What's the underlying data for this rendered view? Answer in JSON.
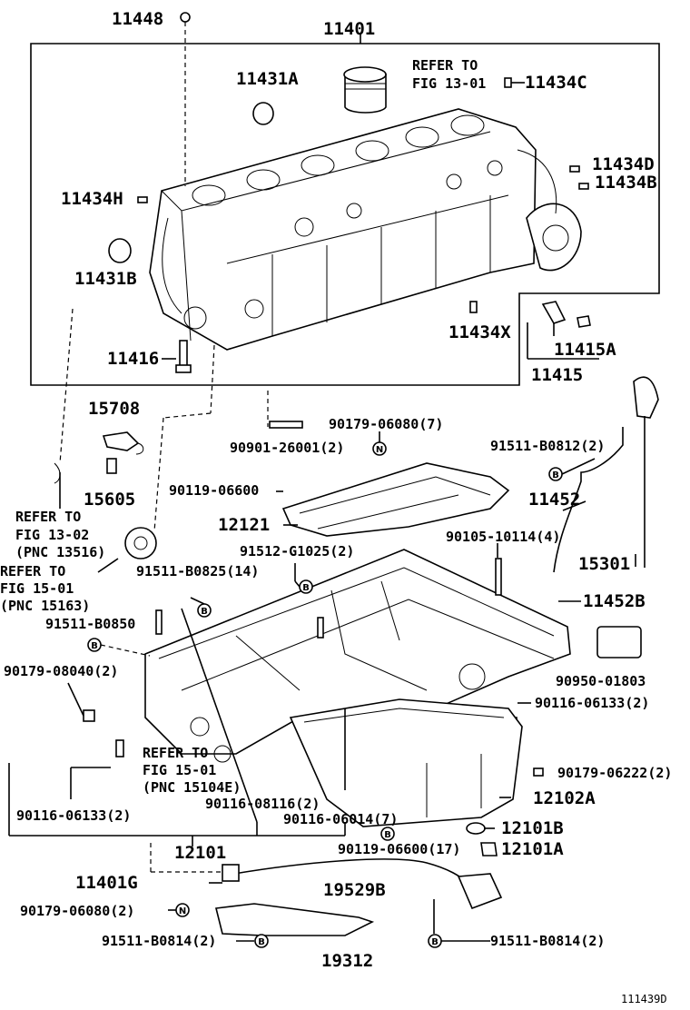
{
  "labels": {
    "l11448": "11448",
    "l11401": "11401",
    "l11431A": "11431A",
    "refer1": "REFER TO",
    "fig1": "FIG 13-01",
    "l11434C": "11434C",
    "l11434D": "11434D",
    "l11434B": "11434B",
    "l11434H": "11434H",
    "l11431B": "11431B",
    "l11434X": "11434X",
    "l11415A": "11415A",
    "l11416": "11416",
    "l11415": "11415",
    "l15708": "15708",
    "p90179_06080a": "90179-06080(7)",
    "p90901": "90901-26001(2)",
    "p91511_b0812": "91511-B0812(2)",
    "p90119_06600a": "90119-06600",
    "l15605": "15605",
    "l11452": "11452",
    "l12121": "12121",
    "p90105": "90105-10114(4)",
    "refer2": "REFER TO",
    "fig2": "FIG 13-02",
    "pnc2": "(PNC 13516)",
    "p91512": "91512-G1025(2)",
    "l15301": "15301",
    "refer3": "REFER TO",
    "fig3": "FIG 15-01",
    "pnc3": "(PNC 15163)",
    "p91511_b0825": "91511-B0825(14)",
    "l11452B": "11452B",
    "p91511_b0850": "91511-B0850",
    "p90179_08040": "90179-08040(2)",
    "p90950": "90950-01803",
    "p90116_06133a": "90116-06133(2)",
    "refer4": "REFER TO",
    "fig4": "FIG 15-01",
    "pnc4": "(PNC 15104E)",
    "p90179_06222": "90179-06222(2)",
    "l12102A": "12102A",
    "p90116_08116": "90116-08116(2)",
    "p90116_06133b": "90116-06133(2)",
    "p90116_06014": "90116-06014(7)",
    "l12101B": "12101B",
    "l12101": "12101",
    "p90119_06600b": "90119-06600(17)",
    "l12101A": "12101A",
    "l11401G": "11401G",
    "l19529B": "19529B",
    "p90179_06080b": "90179-06080(2)",
    "p91511_b0814a": "91511-B0814(2)",
    "p91511_b0814b": "91511-B0814(2)",
    "l19312": "19312",
    "figid": "111439D"
  },
  "symbols": {
    "n": "N",
    "b": "B"
  }
}
